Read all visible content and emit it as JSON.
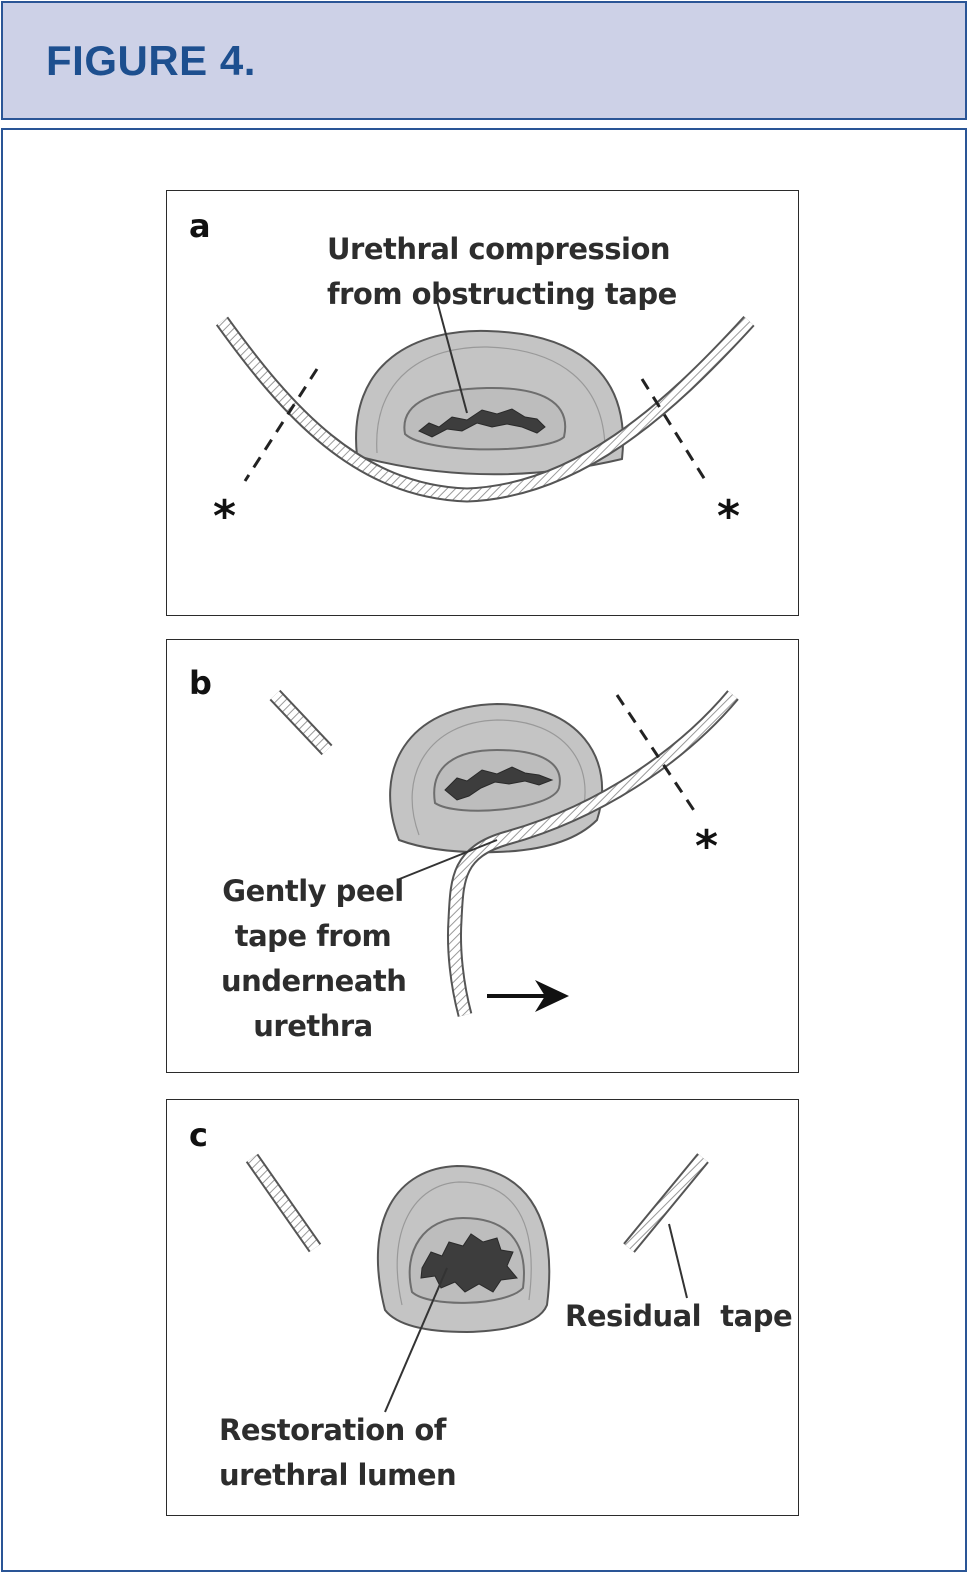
{
  "figure": {
    "title": "FIGURE 4."
  },
  "panels": {
    "a": {
      "label": "a",
      "annotation": [
        "Urethral compression",
        "from obstructing tape"
      ],
      "markers": [
        "*",
        "*"
      ]
    },
    "b": {
      "label": "b",
      "annotation": [
        "Gently peel",
        "tape from",
        "underneath",
        "urethra"
      ],
      "markers": [
        "*"
      ]
    },
    "c": {
      "label": "c",
      "annotation_lumen": [
        "Restoration of",
        "urethral lumen"
      ],
      "annotation_tape": "Residual  tape"
    }
  },
  "colors": {
    "header_bg": "#cdd1e7",
    "header_border": "#2a5596",
    "title": "#1d4f8f",
    "tissue_fill": "#c4c4c4",
    "lumen_fill": "#4a4a4a"
  }
}
